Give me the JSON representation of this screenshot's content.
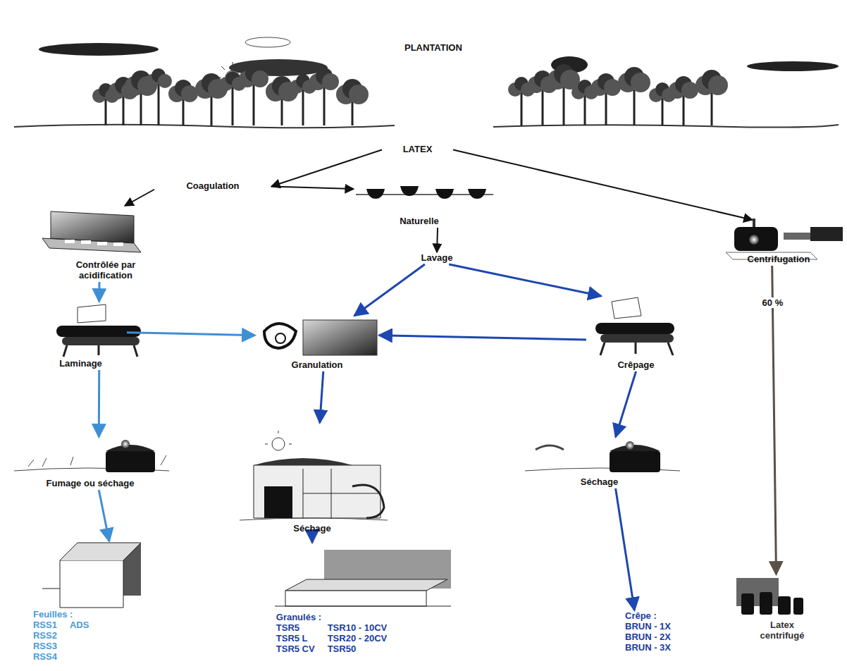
{
  "diagram": {
    "nodes": [
      {
        "text": [
          "LATEX"
        ]
      },
      {
        "text": [
          "Coagulation"
        ]
      },
      {
        "text": [
          "Naturelle"
        ]
      },
      {
        "text": [
          "Contrôlée par acidification"
        ]
      },
      {
        "text": [
          "Centrifugation"
        ]
      },
      {
        "text": [
          "Lavage"
        ]
      },
      {
        "text": [
          "Laminage"
        ]
      },
      {
        "text": [
          "Granulation"
        ]
      },
      {
        "text": [
          "Crêpage"
        ]
      },
      {
        "text": [
          "Fumage ou séchage"
        ]
      },
      {
        "text": [
          "Séchage"
        ]
      },
      {
        "text": [
          "Séchage"
        ]
      },
      {
        "text": [
          "Feuilles :",
          "RSS1",
          "ADS",
          "RSS2",
          "RSS3",
          "RSS4"
        ]
      },
      {
        "text": [
          "Granulés :",
          "TSR5",
          "TSR10 - 10CV",
          "TSR5 L",
          "TSR20 - 20CV",
          "TSR5 CV",
          "TSR50"
        ]
      },
      {
        "text": [
          "Crêpe :",
          "BRUN - 1X",
          "BRUN - 2X",
          "BRUN - 3X"
        ]
      },
      {
        "text": [
          "Latex centrifugé"
        ]
      }
    ],
    "edges": [
      {
        "from": 0,
        "to": 1,
        "arrow": "to"
      },
      {
        "from": 0,
        "to": 4,
        "arrow": "to"
      },
      {
        "from": 1,
        "to": 2,
        "arrow": "to"
      },
      {
        "from": 1,
        "to": 3,
        "arrow": "to"
      },
      {
        "from": 2,
        "to": 5,
        "arrow": "to"
      },
      {
        "from": 3,
        "to": 6,
        "arrow": "to"
      },
      {
        "from": 5,
        "to": 7,
        "arrow": "to"
      },
      {
        "from": 5,
        "to": 8,
        "arrow": "to"
      },
      {
        "from": 6,
        "to": 7,
        "arrow": "to"
      },
      {
        "from": 8,
        "to": 7,
        "arrow": "to"
      },
      {
        "from": 6,
        "to": 9,
        "arrow": "to"
      },
      {
        "from": 7,
        "to": 10,
        "arrow": "to"
      },
      {
        "from": 8,
        "to": 11,
        "arrow": "to"
      },
      {
        "from": 9,
        "to": 12,
        "arrow": "to"
      },
      {
        "from": 10,
        "to": 13,
        "arrow": "to"
      },
      {
        "from": 11,
        "to": 14,
        "arrow": "to"
      },
      {
        "from": 4,
        "to": 15,
        "label": "60 %",
        "arrow": "to"
      }
    ],
    "labels": [
      "PLANTATION"
    ]
  }
}
